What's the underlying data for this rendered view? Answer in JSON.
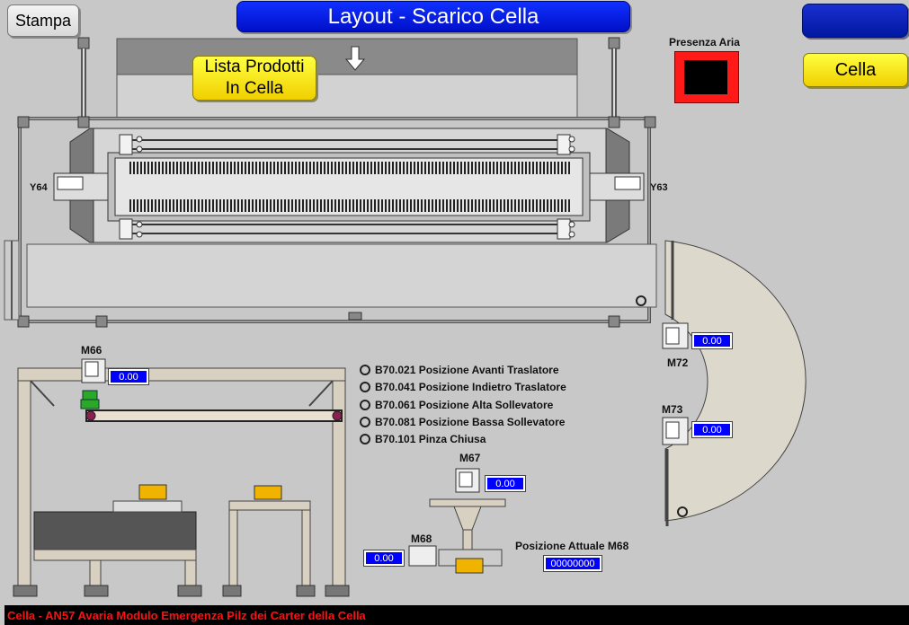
{
  "header": {
    "title": "Layout - Scarico Cella",
    "stampa_label": "Stampa",
    "cella_label": "Cella",
    "lista_label_line1": "Lista Prodotti",
    "lista_label_line2": "In Cella"
  },
  "presenza_aria": {
    "label": "Presenza Aria",
    "color": "#ff1a1a"
  },
  "actuators": {
    "y64": "Y64",
    "y63": "Y63"
  },
  "motors": {
    "m66": {
      "label": "M66",
      "value": "0.00"
    },
    "m67": {
      "label": "M67",
      "value": "0.00"
    },
    "m68": {
      "label": "M68",
      "value": "0.00"
    },
    "m72": {
      "label": "M72",
      "value": "0.00"
    },
    "m73": {
      "label": "M73",
      "value": "0.00"
    }
  },
  "sensors": [
    {
      "label": "B70.021 Posizione Avanti Traslatore"
    },
    {
      "label": "B70.041 Posizione Indietro Traslatore"
    },
    {
      "label": "B70.061 Posizione Alta Sollevatore"
    },
    {
      "label": "B70.081 Posizione Bassa Sollevatore"
    },
    {
      "label": "B70.101 Pinza Chiusa"
    }
  ],
  "posizione_m68": {
    "label": "Posizione Attuale M68",
    "value": "00000000"
  },
  "alarm": {
    "text": "Cella - AN57 Avaria Modulo Emergenza Pilz dei Carter della Cella",
    "color": "#ff1010"
  }
}
